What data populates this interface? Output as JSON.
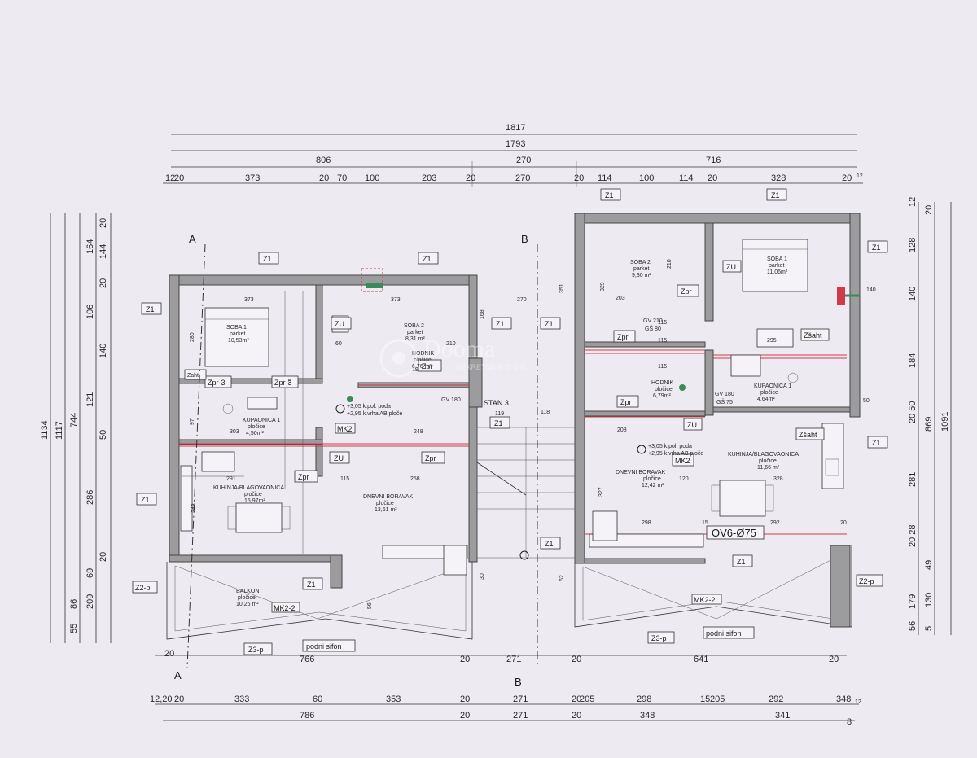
{
  "top_dims": {
    "row1": [
      "1817"
    ],
    "row2": [
      "1793"
    ],
    "row3": [
      "806",
      "270",
      "716"
    ],
    "row4": [
      "12",
      "20",
      "373",
      "20",
      "70",
      "100",
      "203",
      "20",
      "270",
      "20",
      "114",
      "100",
      "114",
      "20",
      "328",
      "20",
      "12"
    ]
  },
  "bottom_dims": {
    "row1": [
      "20",
      "766",
      "20",
      "271",
      "20",
      "641",
      "20"
    ],
    "row2": [
      "12,20",
      "20",
      "333",
      "60",
      "353",
      "20",
      "271",
      "20",
      "205",
      "298",
      "15",
      "205",
      "292",
      "348",
      "12"
    ],
    "row3": [
      "786",
      "20",
      "271",
      "20",
      "348",
      "341",
      "8"
    ]
  },
  "left_dims": {
    "col1": [
      "1134"
    ],
    "col2": [
      "1117"
    ],
    "col3": [
      "744",
      "86",
      "55"
    ],
    "col4": [
      "164",
      "106",
      "121",
      "286",
      "69",
      "209"
    ],
    "col5": [
      "20",
      "144",
      "20",
      "140",
      "50",
      "20"
    ]
  },
  "right_dims": {
    "col1": [
      "12",
      "128",
      "140",
      "184",
      "20 50",
      "281",
      "20 28",
      "179",
      "56"
    ],
    "col2": [
      "20",
      "869",
      "49",
      "130",
      "5"
    ],
    "col3": [
      "1091"
    ]
  },
  "sections": [
    "A",
    "A",
    "B",
    "B"
  ],
  "left_unit": {
    "rooms": [
      {
        "name": "SOBA 1",
        "floor": "parket",
        "area": "10,53m²"
      },
      {
        "name": "SOBA 2",
        "floor": "parket",
        "area": "8,31 m²"
      },
      {
        "name": "HODNIK",
        "floor": "pločice",
        "area": "6,76 m²"
      },
      {
        "name": "KUPAONICA 1",
        "floor": "pločice",
        "area": "4,50m²"
      },
      {
        "name": "KUHINJA/BLAGOVAONICA",
        "floor": "pločice",
        "area": "15,97m²"
      },
      {
        "name": "DNEVNI BORAVAK",
        "floor": "pločice",
        "area": "13,61 m²"
      },
      {
        "name": "BALKON",
        "floor": "pločice",
        "area": "10,26 m²"
      }
    ],
    "level_note": [
      "+3,05 k.pol. poda",
      "+2,95 k.vrha AB ploče"
    ],
    "tags": [
      "Z1",
      "Z1",
      "Z1",
      "Z1",
      "Z1",
      "Z1",
      "Z2-p",
      "Z3-p",
      "ZU",
      "ZU",
      "Zpr",
      "Zpr",
      "Zpr",
      "Zpr-3",
      "Zpr-3",
      "Zaht",
      "MK2",
      "MK2-2",
      "GV 180"
    ],
    "drain": "podni sifon",
    "inner_dims": [
      "373",
      "280",
      "97",
      "303",
      "291",
      "115",
      "258",
      "248",
      "373",
      "270",
      "210",
      "60",
      "168",
      "30",
      "19",
      "56",
      "248",
      "9"
    ]
  },
  "stair": {
    "label": "STAN 3",
    "steps": [
      "119",
      "118"
    ]
  },
  "right_unit": {
    "rooms": [
      {
        "name": "SOBA 2",
        "floor": "parket",
        "area": "9,30 m²"
      },
      {
        "name": "SOBA 1",
        "floor": "parket",
        "area": "11,06m²"
      },
      {
        "name": "HODNIK",
        "floor": "pločice",
        "area": "6,79m²"
      },
      {
        "name": "KUPAONICA 1",
        "floor": "pločice",
        "area": "4,64m²"
      },
      {
        "name": "KUHINJA/BLAGOVAONICA",
        "floor": "pločice",
        "area": "11,66 m²"
      },
      {
        "name": "DNEVNI BORAVAK",
        "floor": "pločice",
        "area": "12,42 m²"
      }
    ],
    "level_note": [
      "+3,05 k.pol. poda",
      "+2,95 k.vrha AB ploče"
    ],
    "tags": [
      "Z1",
      "Z1",
      "Z1",
      "Z1",
      "Z1",
      "Z1",
      "Z1",
      "Z1",
      "Z2-p",
      "Z3-p",
      "ZU",
      "ZU",
      "Zpr",
      "Zpr",
      "Zpr",
      "Zšaht",
      "Zšaht",
      "MK2",
      "MK2-2",
      "GV 210",
      "GŠ 80",
      "GV 180",
      "GŠ 75",
      "OV6-Ø75"
    ],
    "drain": "podni sifon",
    "inner_dims": [
      "329",
      "210",
      "203",
      "115",
      "115",
      "295",
      "208",
      "115",
      "120",
      "328",
      "298",
      "15",
      "292",
      "20",
      "351",
      "327",
      "140",
      "50",
      "62"
    ]
  },
  "watermark": {
    "brand": "Dooma",
    "sub": "NEKRETNINE D.O.O."
  }
}
